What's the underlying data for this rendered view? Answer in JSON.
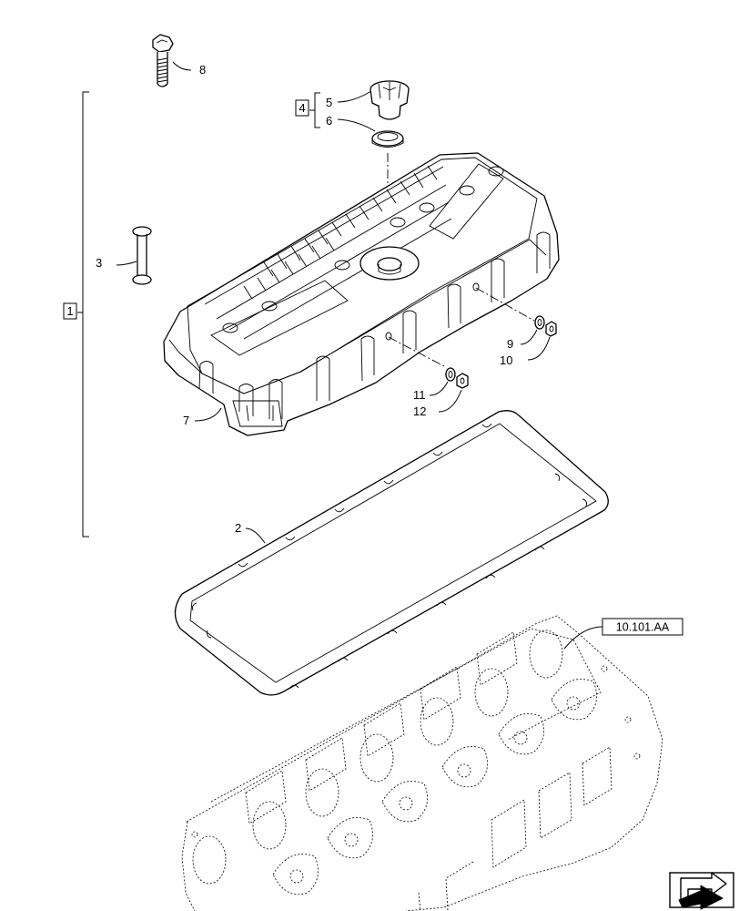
{
  "callouts": {
    "c1": "1",
    "c2": "2",
    "c3": "3",
    "c4": "4",
    "c5": "5",
    "c6": "6",
    "c7": "7",
    "c8": "8",
    "c9": "9",
    "c10": "10",
    "c11": "11",
    "c12": "12"
  },
  "reference_label": "10.101.AA",
  "nav_icon": "next-page-arrow-icon"
}
